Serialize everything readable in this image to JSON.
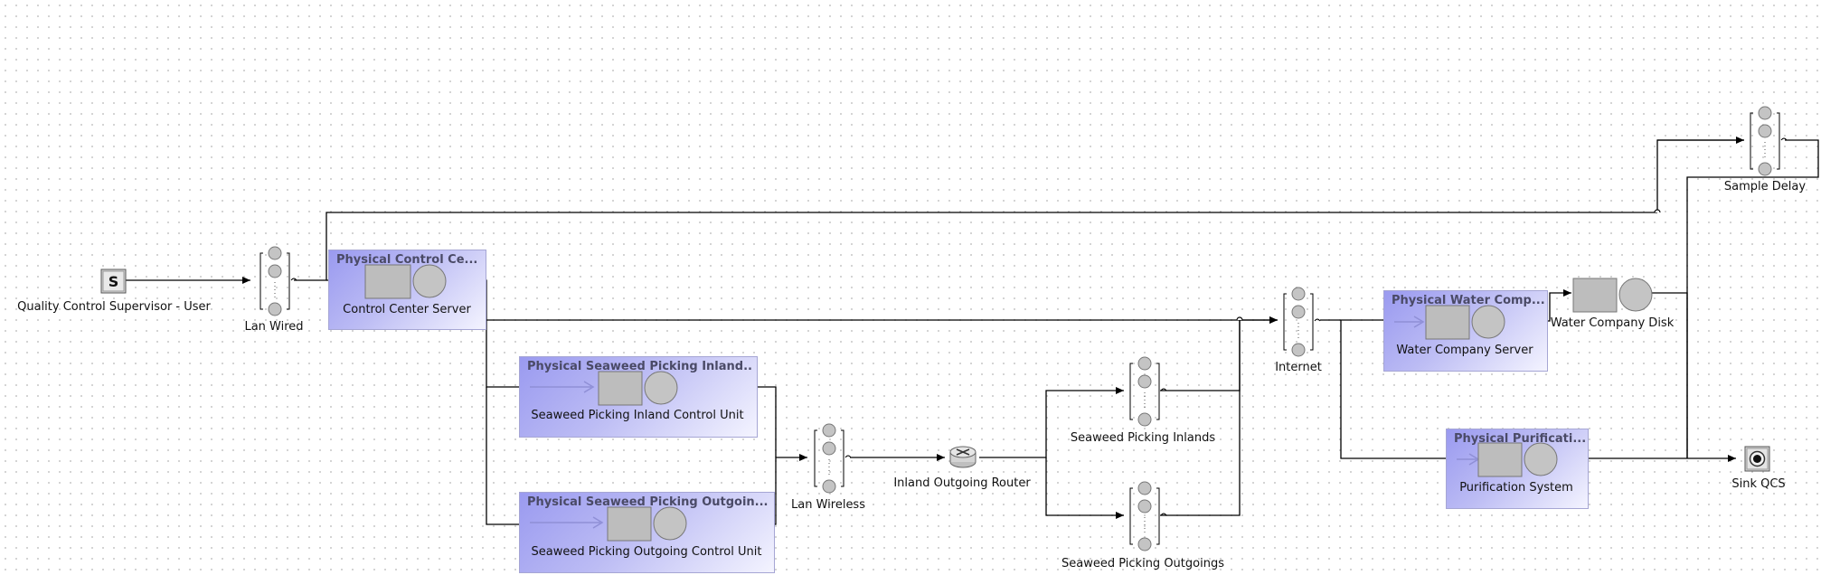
{
  "diagram": {
    "nodes": {
      "source": {
        "label": "Quality Control Supervisor - User",
        "icon_letter": "S"
      },
      "lan_wired": {
        "label": "Lan Wired"
      },
      "control_center": {
        "group_title": "Physical Control Ce...",
        "label": "Control Center Server"
      },
      "inland_unit": {
        "group_title": "Physical Seaweed Picking Inland...",
        "label": "Seaweed Picking Inland Control Unit"
      },
      "outgoing_unit": {
        "group_title": "Physical Seaweed Picking Outgoin...",
        "label": "Seaweed Picking Outgoing Control Unit"
      },
      "lan_wireless": {
        "label": "Lan Wireless"
      },
      "router": {
        "label": "Inland Outgoing Router"
      },
      "picking_inlands": {
        "label": "Seaweed Picking Inlands"
      },
      "picking_outgoings": {
        "label": "Seaweed Picking Outgoings"
      },
      "internet": {
        "label": "Internet"
      },
      "water_server": {
        "group_title": "Physical Water Comp...",
        "label": "Water Company Server"
      },
      "water_disk": {
        "label": "Water Company Disk"
      },
      "purification": {
        "group_title": "Physical Purificati...",
        "label": "Purification System"
      },
      "sample_delay": {
        "label": "Sample Delay"
      },
      "sink": {
        "label": "Sink QCS"
      }
    },
    "colors": {
      "group_fill": "#a8a8f2",
      "group_border": "#a6a6d4",
      "station_fill": "#c0c0c0",
      "edge": "#000000"
    }
  }
}
